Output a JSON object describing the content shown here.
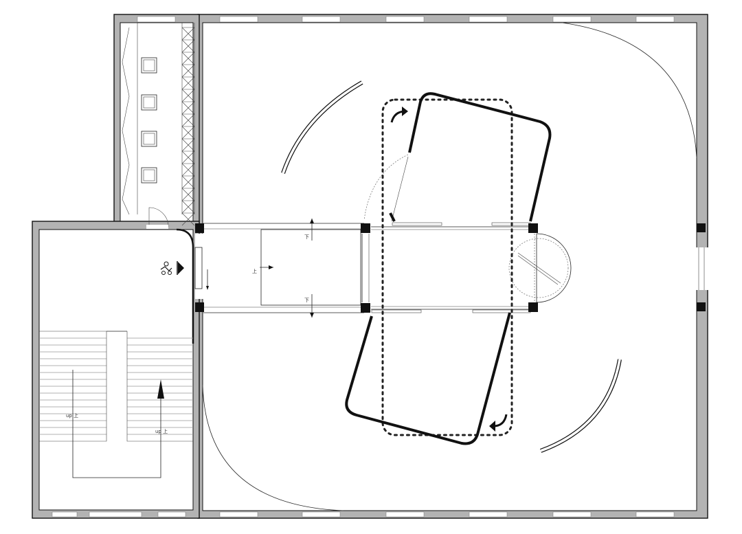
{
  "labels": {
    "ramp_down_top": "下",
    "ramp_down_bottom": "下",
    "ramp_up": "上",
    "stair_up_left": "up 上",
    "stair_up_right": "up 上"
  },
  "colors": {
    "wall_fill": "#b3b3b3",
    "line": "#111111",
    "background": "#ffffff"
  },
  "icons": {
    "lift_seat": "wheelchair-lift-icon",
    "rotation_top": "curved-arrow-clockwise-icon",
    "rotation_bottom": "curved-arrow-clockwise-icon",
    "stair_direction": "arrow-up-icon"
  }
}
